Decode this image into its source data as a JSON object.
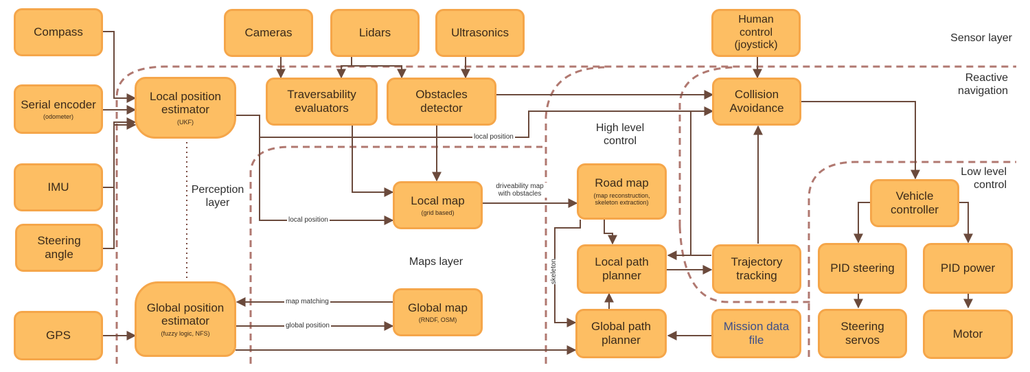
{
  "layers": {
    "sensor": "Sensor layer",
    "reactive": "Reactive\nnavigation",
    "high": "High level\ncontrol",
    "low": "Low level\ncontrol",
    "perception": "Perception\nlayer",
    "maps": "Maps layer"
  },
  "nodes": {
    "compass": {
      "title": "Compass"
    },
    "serial": {
      "title": "Serial encoder",
      "sub": "(odometer)"
    },
    "imu": {
      "title": "IMU"
    },
    "steering_angle": {
      "title": "Steering\nangle"
    },
    "gps": {
      "title": "GPS"
    },
    "cameras": {
      "title": "Cameras"
    },
    "lidars": {
      "title": "Lidars"
    },
    "ultrasonics": {
      "title": "Ultrasonics"
    },
    "human": {
      "title": "Human\ncontrol\n(joystick)"
    },
    "local_pos": {
      "title": "Local position\nestimator",
      "sub": "(UKF)"
    },
    "traversability": {
      "title": "Traversability\nevaluators"
    },
    "obstacles": {
      "title": "Obstacles\ndetector"
    },
    "collision": {
      "title": "Collision\nAvoidance"
    },
    "local_map": {
      "title": "Local map",
      "sub": "(grid based)"
    },
    "road_map": {
      "title": "Road map",
      "sub": "(map reconstruction,\nskeleton extraction)"
    },
    "vehicle_ctrl": {
      "title": "Vehicle\ncontroller"
    },
    "local_path": {
      "title": "Local path\nplanner"
    },
    "trajectory": {
      "title": "Trajectory\ntracking"
    },
    "pid_steering": {
      "title": "PID steering"
    },
    "pid_power": {
      "title": "PID power"
    },
    "global_pos": {
      "title": "Global position\nestimator",
      "sub": "(fuzzy logic, NFS)"
    },
    "global_map": {
      "title": "Global map",
      "sub": "(RNDF, OSM)"
    },
    "global_path": {
      "title": "Global path\nplanner"
    },
    "mission": {
      "title": "Mission data\nfile"
    },
    "steering_servos": {
      "title": "Steering\nservos"
    },
    "motor": {
      "title": "Motor"
    }
  },
  "edge_labels": {
    "local_position_top": "local position",
    "local_position_map": "local position",
    "driveability": "driveability map\nwith obstacles",
    "map_matching": "map matching",
    "global_position": "global position",
    "skeleton": "skeleton"
  },
  "colors": {
    "box_fill": "#fdbe63",
    "box_border": "#f5a64a",
    "arrow": "#6b4a3c",
    "layer_dash": "#b07870",
    "mission_text": "#3d4f8a"
  }
}
